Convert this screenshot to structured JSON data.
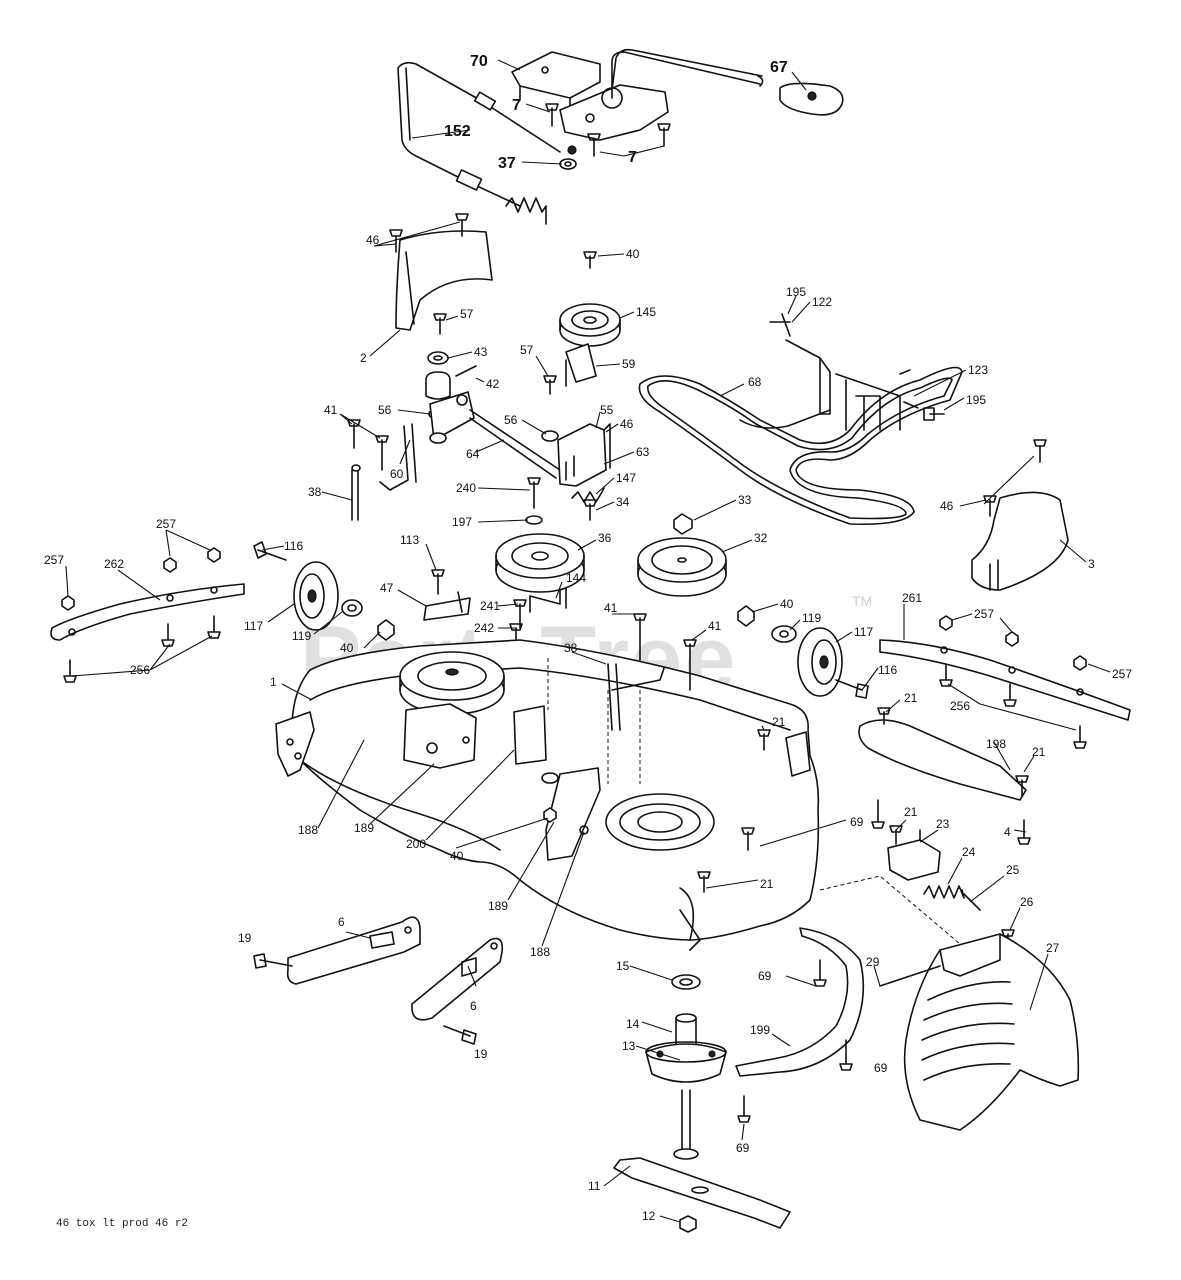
{
  "watermark": {
    "text": "PartsTree",
    "trademark": "TM"
  },
  "footer": {
    "code": "46 tox lt prod 46 r2"
  },
  "callouts": {
    "c70": "70",
    "c67": "67",
    "c7a": "7",
    "c152": "152",
    "c37": "37",
    "c7b": "7",
    "c46a": "46",
    "c2": "2",
    "c40a": "40",
    "c57a": "57",
    "c145": "145",
    "c43": "43",
    "c42": "42",
    "c57b": "57",
    "c59": "59",
    "c195a": "195",
    "c122": "122",
    "c68": "68",
    "c123": "123",
    "c195b": "195",
    "c41a": "41",
    "c56a": "56",
    "c56b": "56",
    "c55": "55",
    "c46b": "46",
    "c60": "60",
    "c64": "64",
    "c63": "63",
    "c147": "147",
    "c240": "240",
    "c34": "34",
    "c38a": "38",
    "c197": "197",
    "c33": "33",
    "c46c": "46",
    "c3": "3",
    "c257a": "257",
    "c257b": "257",
    "c262": "262",
    "c116a": "116",
    "c113": "113",
    "c36": "36",
    "c32": "32",
    "c47": "47",
    "c144": "144",
    "c117a": "117",
    "c119a": "119",
    "c40b": "40",
    "c241": "241",
    "c41b": "41",
    "c41c": "41",
    "c40c": "40",
    "c119b": "119",
    "c117b": "117",
    "c261": "261",
    "c257c": "257",
    "c257d": "257",
    "c242": "242",
    "c38b": "38",
    "c116b": "116",
    "c256a": "256",
    "c256b": "256",
    "c1": "1",
    "c21a": "21",
    "c21b": "21",
    "c21c": "21",
    "c198": "198",
    "c188a": "188",
    "c189a": "189",
    "c200": "200",
    "c40d": "40",
    "c69a": "69",
    "c4": "4",
    "c21d": "21",
    "c23": "23",
    "c24": "24",
    "c25": "25",
    "c21e": "21",
    "c189b": "189",
    "c188b": "188",
    "c6a": "6",
    "c19a": "19",
    "c6b": "6",
    "c19b": "19",
    "c15": "15",
    "c69b": "69",
    "c29": "29",
    "c26": "26",
    "c27": "27",
    "c14": "14",
    "c199": "199",
    "c69c": "69",
    "c13": "13",
    "c69d": "69",
    "c11": "11",
    "c12": "12"
  }
}
